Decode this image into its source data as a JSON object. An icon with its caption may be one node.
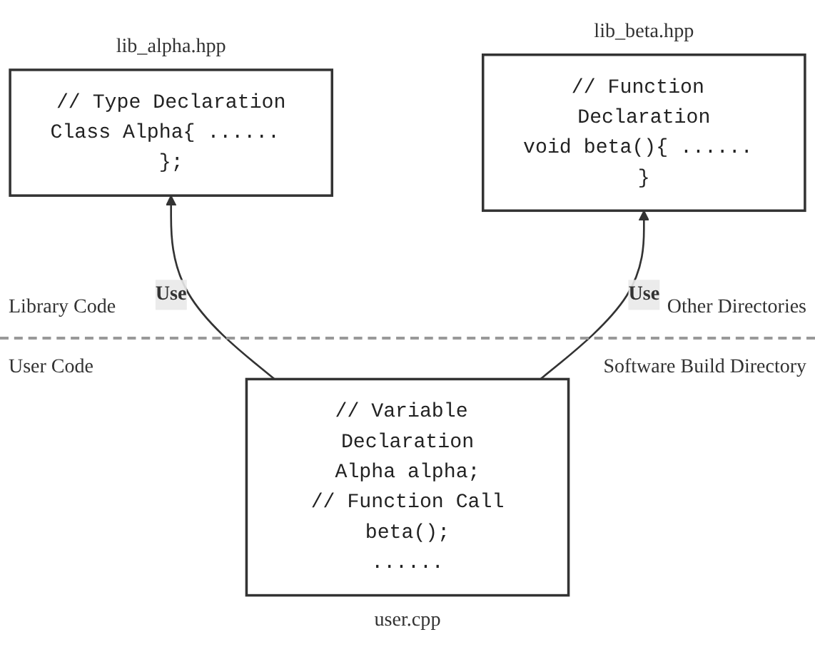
{
  "diagram": {
    "nodes": [
      {
        "text": [
          "// Type Declaration",
          "Class Alpha{ ...... };"
        ],
        "beside": [
          "lib_alpha.hpp"
        ]
      },
      {
        "text": [
          "// Function Declaration",
          "void beta(){ ...... }"
        ],
        "beside": [
          "lib_beta.hpp"
        ]
      },
      {
        "text": [
          "// Variable Declaration",
          "Alpha alpha;",
          "// Function Call",
          "beta();",
          "......"
        ],
        "beside": [
          "user.cpp"
        ]
      }
    ],
    "edges": [
      {
        "from": 2,
        "to": 0,
        "arrow": "to",
        "label": "Use"
      },
      {
        "from": 2,
        "to": 1,
        "arrow": "to",
        "label": "Use"
      }
    ],
    "labels": [
      "Library Code",
      "Other Directories",
      "User Code",
      "Software Build Directory"
    ]
  }
}
